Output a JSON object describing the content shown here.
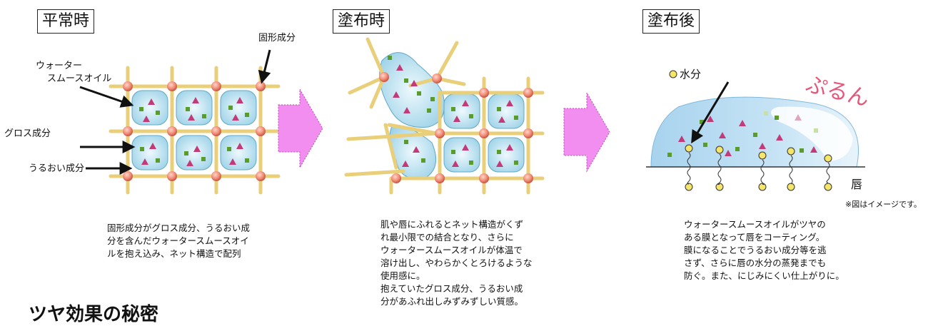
{
  "stages": [
    {
      "title": "平常時"
    },
    {
      "title": "塗布時"
    },
    {
      "title": "塗布後"
    }
  ],
  "labels": {
    "solid": "固形成分",
    "oil_line1": "ウォーター",
    "oil_line2": "スムースオイル",
    "gloss": "グロス成分",
    "moist": "うるおい成分",
    "water": "水分",
    "puru": "ぷるん",
    "lip": "唇",
    "note": "※図はイメージです。"
  },
  "descriptions": {
    "normal": [
      "固形成分がグロス成分、うるおい成",
      "分を含んだウォータースムースオイ",
      "ルを抱え込み、ネット構造で配列"
    ],
    "applying": [
      "肌や唇にふれるとネット構造がくず",
      "れ最小限での結合となり、さらに",
      "ウォータースムースオイルが体温で",
      "溶け出し、やわらかくとろけるような",
      "使用感に。",
      "抱えていたグロス成分、うるおい成",
      "分があふれ出しみずみずしい質感。"
    ],
    "after": [
      "ウォータースムースオイルがツヤの",
      "ある膜となって唇をコーティング。",
      "膜になることでうるおい成分等を逃",
      "さず、さらに唇の水分の蒸発までも",
      "防ぐ。また、にじみにくい仕上がりに。"
    ]
  },
  "bottom_heading": "ツヤ効果の秘密",
  "colors": {
    "rod": "#e9cf7a",
    "node": "#f08c78",
    "cell": "#bfe3f1",
    "arrow": "#f28ef0",
    "square": "#5a9c2c",
    "triangle": "#c23a78",
    "water": "#f5e66a",
    "puru": "#e8557a"
  }
}
